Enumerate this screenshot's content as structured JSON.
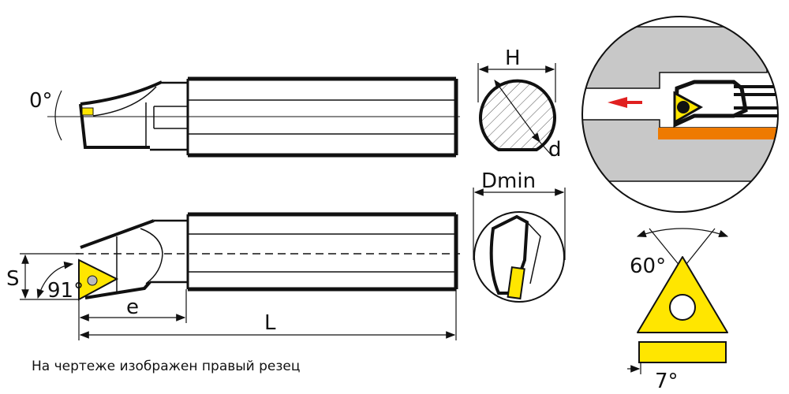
{
  "labels": {
    "rake_angle": "0°",
    "offset": "S",
    "approach_angle": "91°",
    "head_length": "e",
    "total_length": "L",
    "shank_height": "H",
    "shank_diameter": "d",
    "min_bore": "Dmin",
    "insert_angle": "60°",
    "clearance_angle": "7°"
  },
  "caption": "На чертеже изображен правый резец",
  "colors": {
    "insert": "#ffe600",
    "workpiece": "#c8c8c8",
    "feed_arrow": "#e02020",
    "workpiece_edge": "#ee7a00"
  }
}
